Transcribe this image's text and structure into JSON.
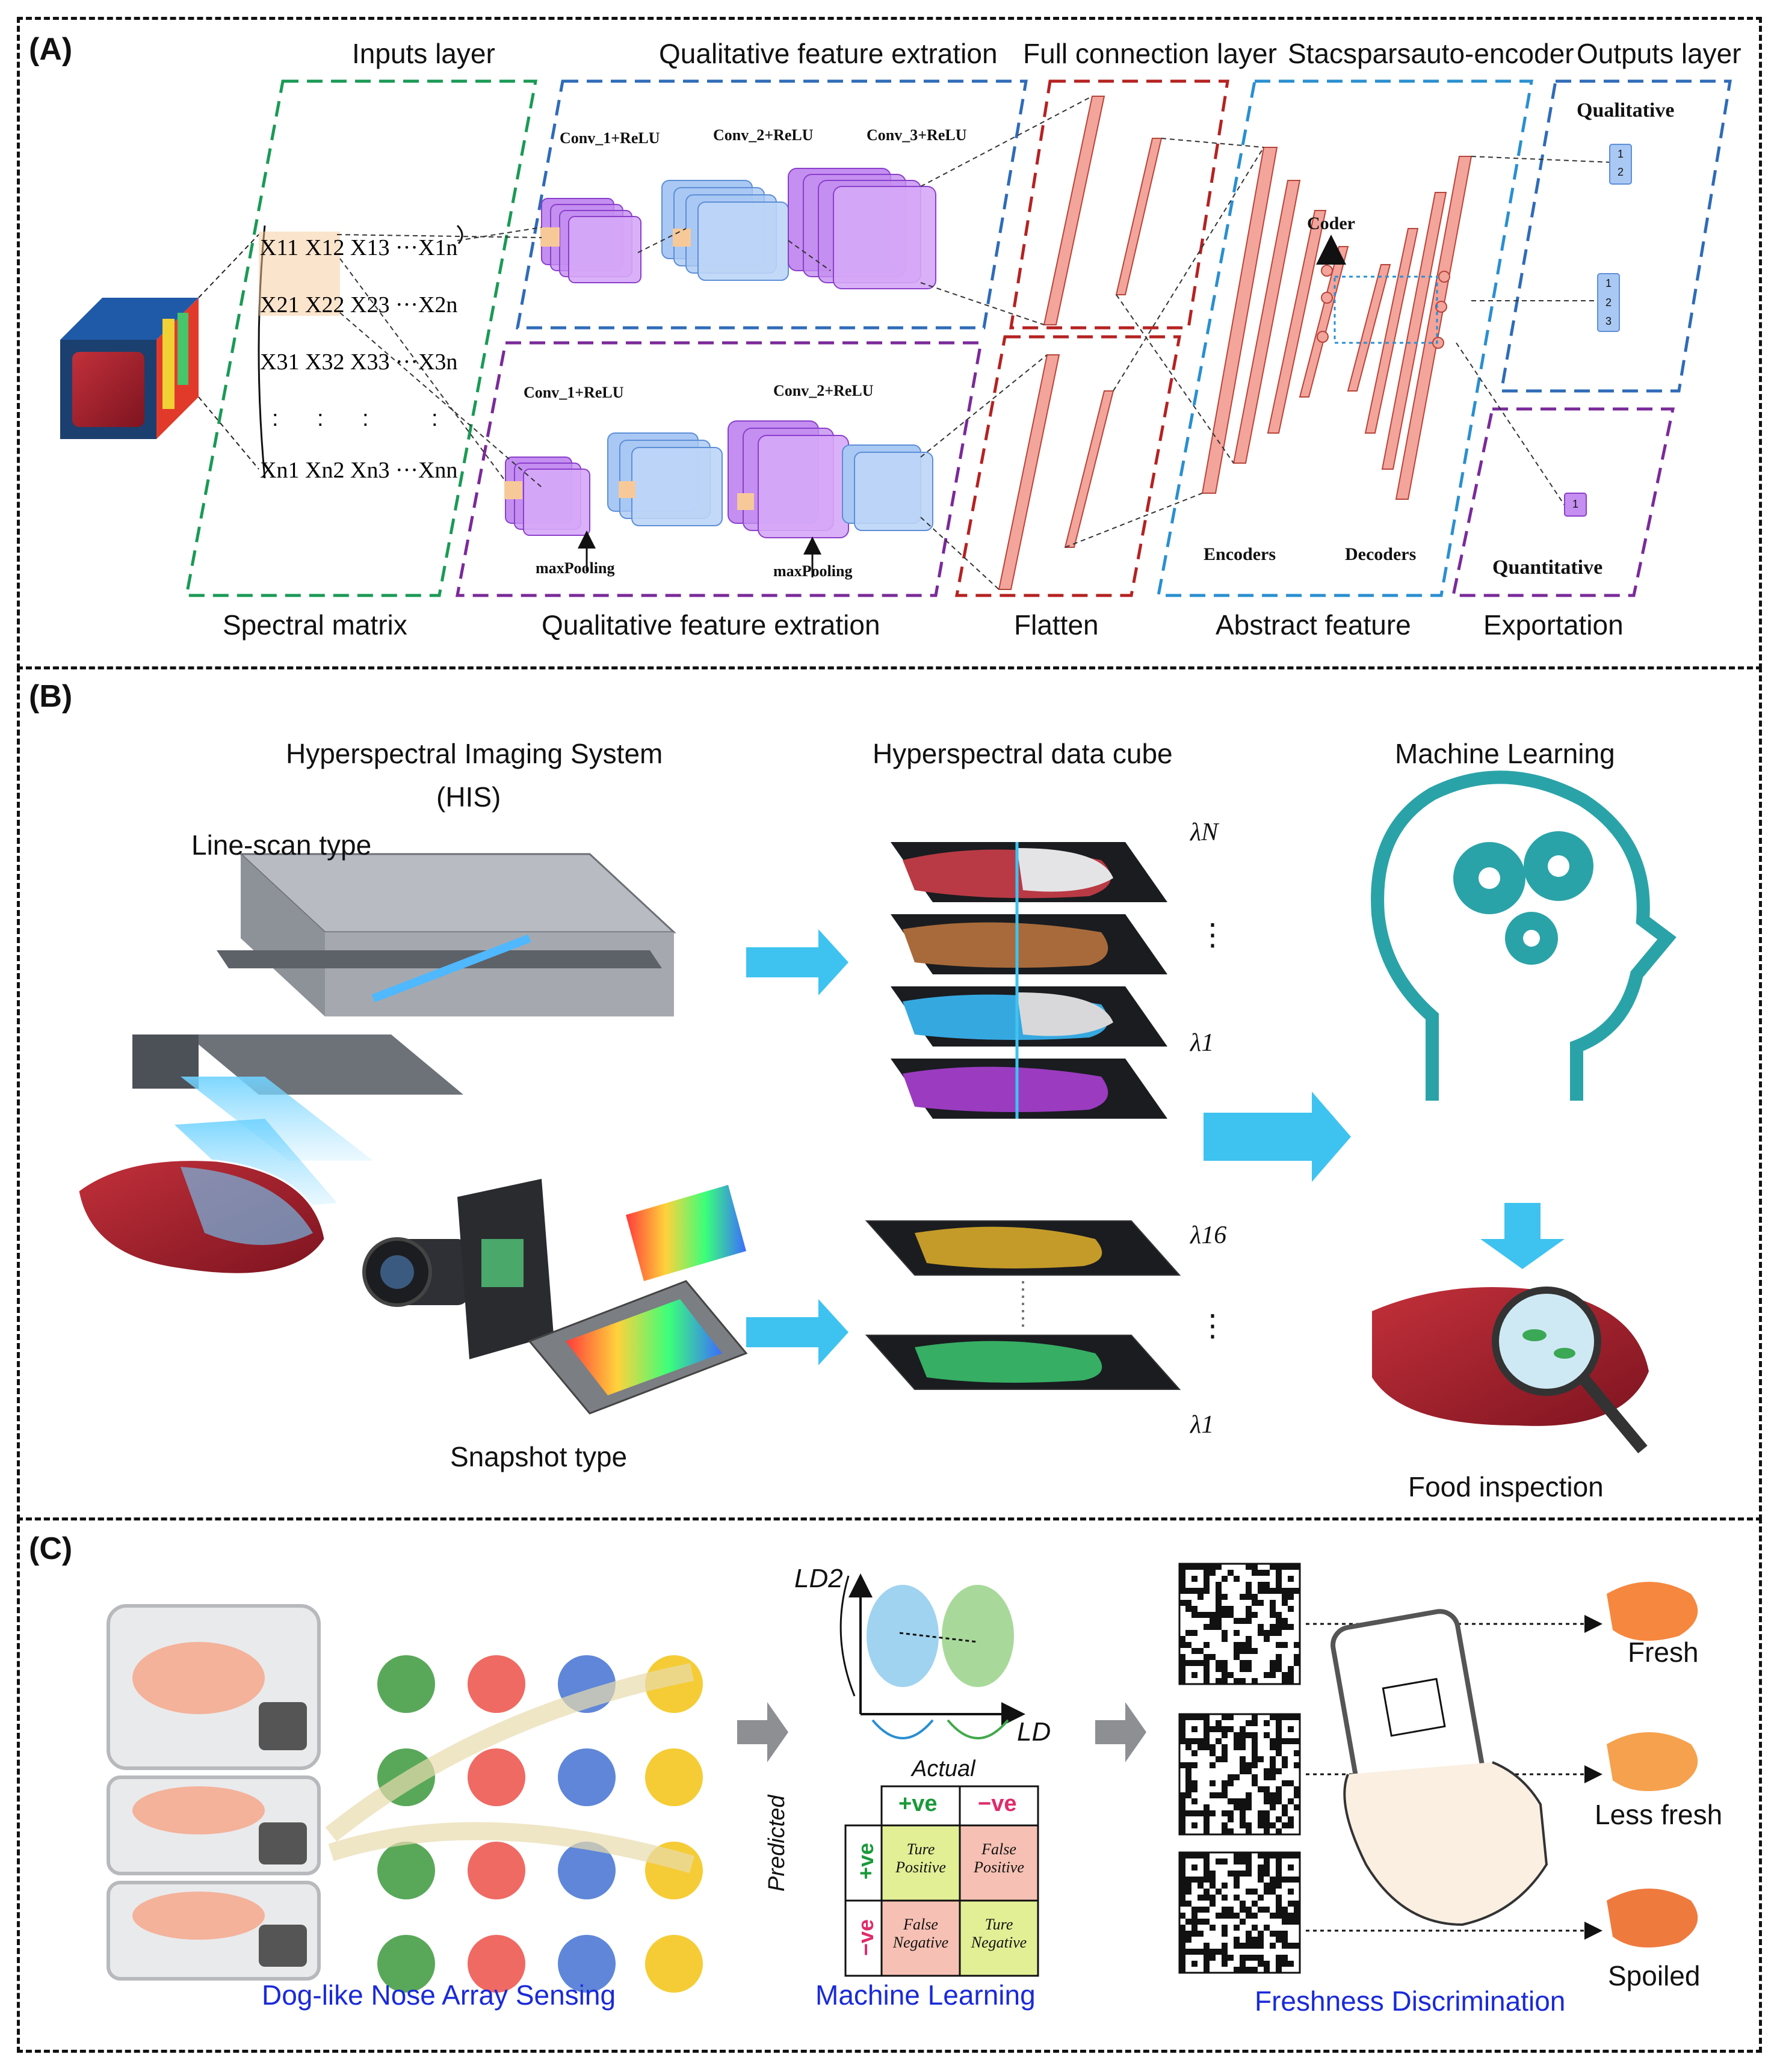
{
  "panels": {
    "a": {
      "tag": "(A)",
      "top_labels": {
        "inputs": "Inputs layer",
        "qual_top": "Qualitative feature extration",
        "full_conn": "Full connection layer",
        "stac": "Stacsparsauto-encoder",
        "outputs": "Outputs layer"
      },
      "bottom_labels": {
        "spectral": "Spectral matrix",
        "qual_bottom": "Qualitative feature extration",
        "flatten": "Flatten",
        "abstract": "Abstract feature",
        "export": "Exportation"
      },
      "conv_labels": {
        "top1": "Conv_1+ReLU",
        "top2": "Conv_2+ReLU",
        "top3": "Conv_3+ReLU",
        "bot1": "Conv_1+ReLU",
        "bot2": "Conv_2+ReLU",
        "pool1": "maxPooling",
        "pool2": "maxPooling"
      },
      "matrix": [
        [
          "X11",
          "X12",
          "X13",
          "···X1n"
        ],
        [
          "X21",
          "X22",
          "X23",
          "···X2n"
        ],
        [
          "X31",
          "X32",
          "X33",
          "···X3n"
        ],
        [
          ":",
          ":",
          ":",
          ":"
        ],
        [
          "Xn1",
          "Xn2",
          "Xn3",
          "···Xnn"
        ]
      ],
      "encoder_labels": {
        "encoders": "Encoders",
        "decoders": "Decoders",
        "coder": "Coder"
      },
      "output_labels": {
        "qualitative": "Qualitative",
        "quantitative": "Quantitative"
      },
      "output_nodes_top": [
        "1",
        "2"
      ],
      "output_nodes_mid": [
        "1",
        "2",
        "3"
      ],
      "output_node_bottom": "1"
    },
    "b": {
      "tag": "(B)",
      "his_title": "Hyperspectral Imaging System",
      "his_abbr": "(HIS)",
      "line_scan": "Line-scan type",
      "snapshot": "Snapshot type",
      "cube_title": "Hyperspectral data cube",
      "ml_title": "Machine Learning",
      "food": "Food inspection",
      "lambda_top": [
        "λN",
        "⋮",
        "λ1"
      ],
      "lambda_bottom": [
        "λ16",
        "⋮",
        "λ1"
      ]
    },
    "c": {
      "tag": "(C)",
      "sensing": "Dog-like Nose Array Sensing",
      "ml": "Machine Learning",
      "freshness": "Freshness Discrimination",
      "ld2": "LD2",
      "ld": "LD",
      "actual": "Actual",
      "predicted": "Predicted",
      "pos": "+ve",
      "neg": "−ve",
      "cells": [
        "Ture Positive",
        "False Positive",
        "False Negative",
        "Ture Negative"
      ],
      "classes": [
        "Fresh",
        "Less fresh",
        "Spoiled"
      ]
    }
  },
  "colors": {
    "green_dash": "#1a9a55",
    "blue_dash": "#2f6bb8",
    "red_dash": "#b52222",
    "purple_dash": "#7a2a99",
    "cyan_arrow": "#3ec3f0",
    "head_teal": "#2aa3a8",
    "blue_text": "#1a2ad8"
  }
}
